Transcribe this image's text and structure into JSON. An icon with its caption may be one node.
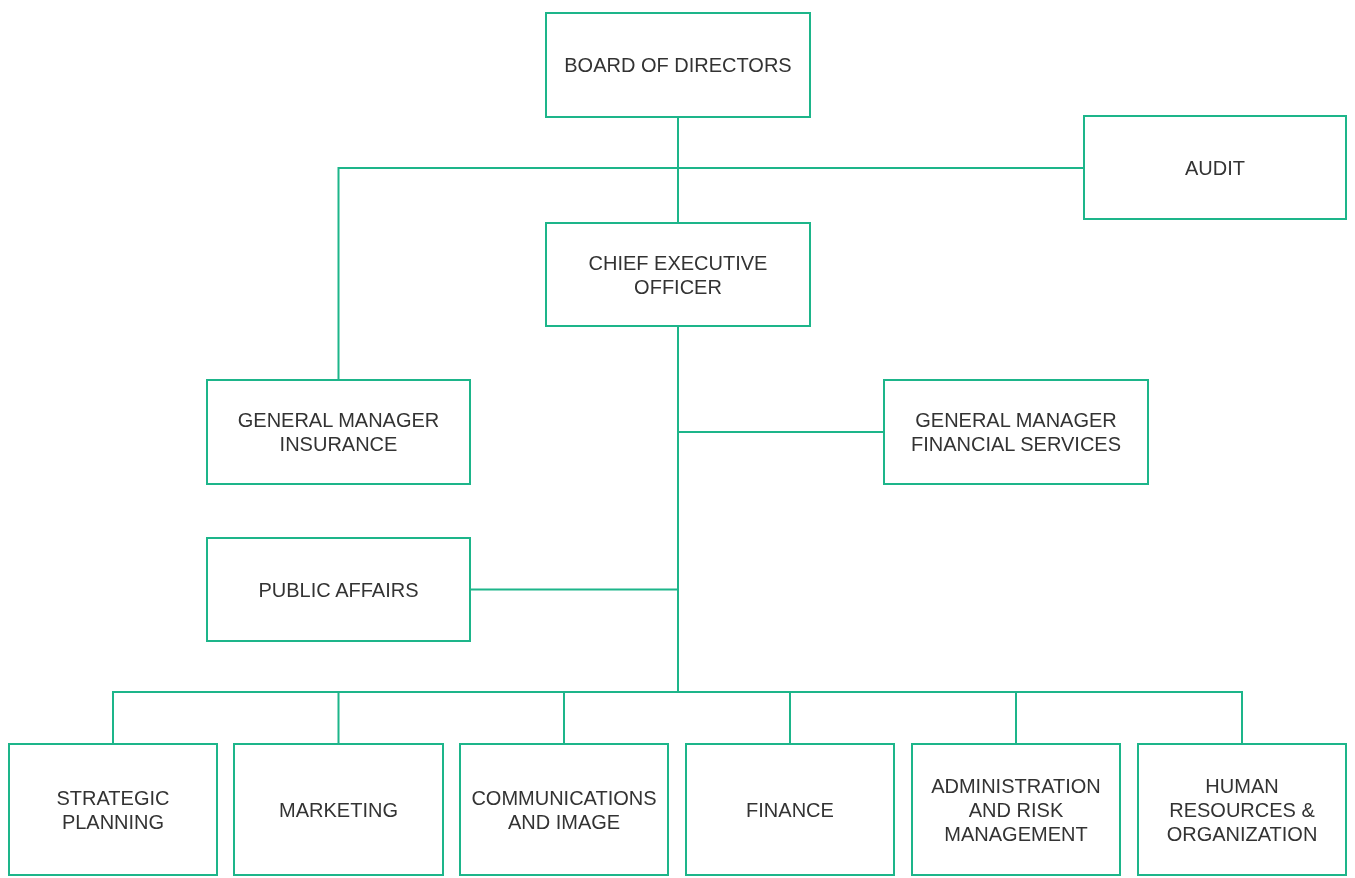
{
  "diagram": {
    "nodes": [
      {
        "text": [
          "BOARD OF DIRECTORS"
        ]
      },
      {
        "text": [
          "AUDIT"
        ]
      },
      {
        "text": [
          "CHIEF EXECUTIVE OFFICER"
        ]
      },
      {
        "text": [
          "GENERAL MANAGER INSURANCE"
        ]
      },
      {
        "text": [
          "GENERAL MANAGER FINANCIAL SERVICES"
        ]
      },
      {
        "text": [
          "PUBLIC AFFAIRS"
        ]
      },
      {
        "text": [
          "STRATEGIC PLANNING"
        ]
      },
      {
        "text": [
          "MARKETING"
        ]
      },
      {
        "text": [
          "COMMUNICATIONS AND IMAGE"
        ]
      },
      {
        "text": [
          "FINANCE"
        ]
      },
      {
        "text": [
          "ADMINISTRATION AND RISK MANAGEMENT"
        ]
      },
      {
        "text": [
          "HUMAN RESOURCES & ORGANIZATION"
        ]
      }
    ],
    "edges": [
      {
        "from": 0,
        "to": 1,
        "arrow": "none"
      },
      {
        "from": 0,
        "to": 2,
        "arrow": "none"
      },
      {
        "from": 0,
        "to": 3,
        "arrow": "none"
      },
      {
        "from": 2,
        "to": 4,
        "arrow": "none"
      },
      {
        "from": 2,
        "to": 5,
        "arrow": "none"
      },
      {
        "from": 2,
        "to": 6,
        "arrow": "none"
      },
      {
        "from": 2,
        "to": 7,
        "arrow": "none"
      },
      {
        "from": 2,
        "to": 8,
        "arrow": "none"
      },
      {
        "from": 2,
        "to": 9,
        "arrow": "none"
      },
      {
        "from": 2,
        "to": 10,
        "arrow": "none"
      },
      {
        "from": 2,
        "to": 11,
        "arrow": "none"
      }
    ]
  }
}
